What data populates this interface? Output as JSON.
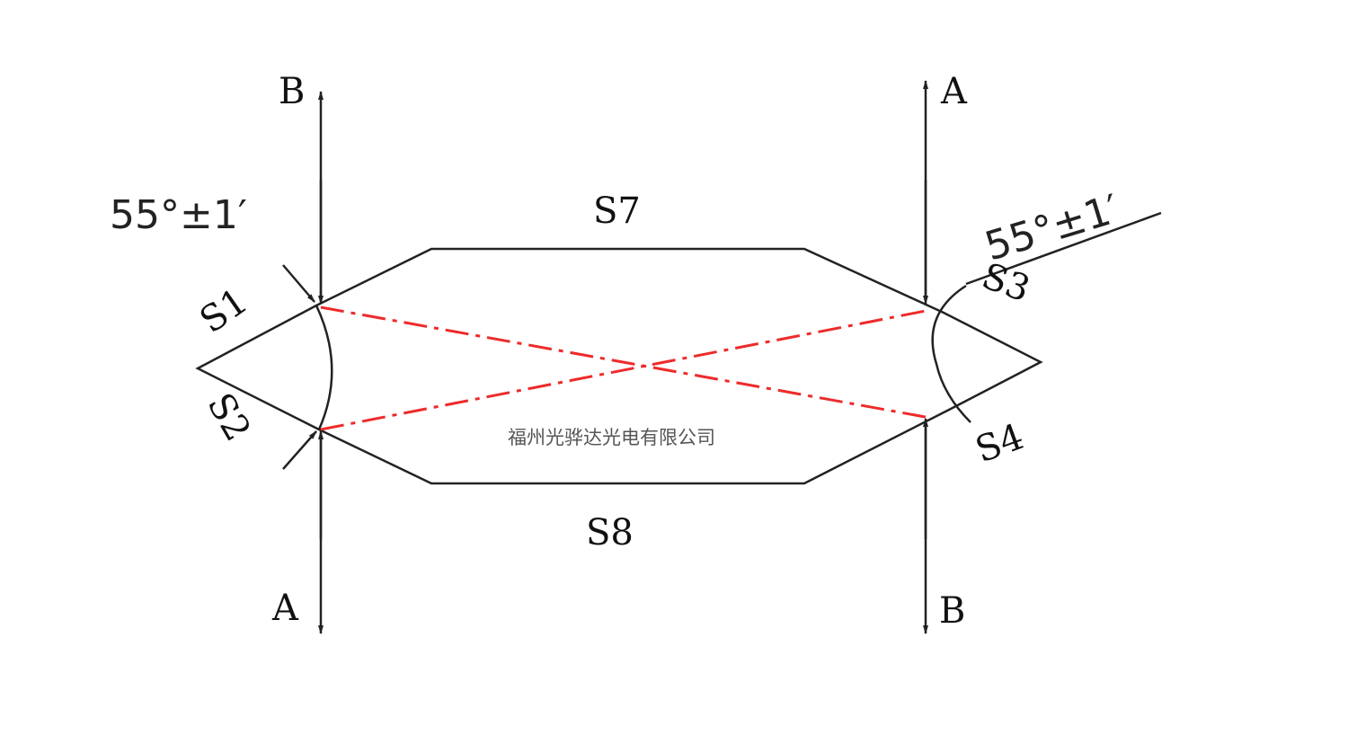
{
  "labels": {
    "top_left": "B",
    "top_right": "A",
    "bottom_left": "A",
    "bottom_right": "B",
    "s1": "S1",
    "s2": "S2",
    "s3": "S3",
    "s4": "S4",
    "s7": "S7",
    "s8": "S8",
    "angle_left": "55°±1′",
    "angle_right": "55°±1′"
  },
  "watermark": "福州光骅达光电有限公司",
  "colors": {
    "outline": "#222222",
    "beam": "#ee2a2a"
  }
}
